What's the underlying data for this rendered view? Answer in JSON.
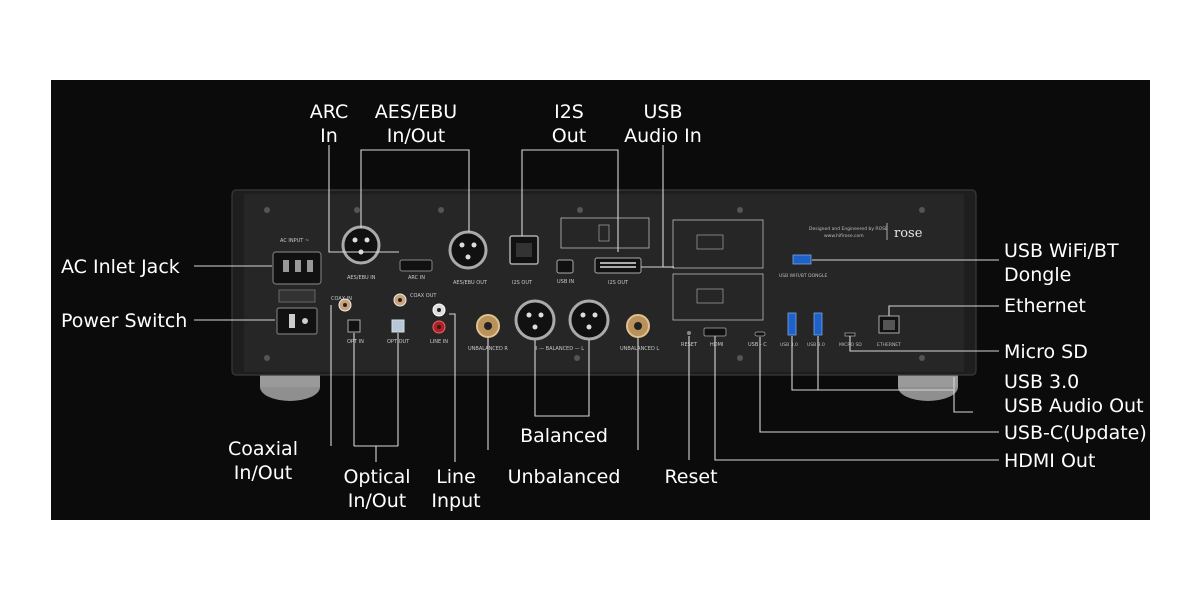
{
  "callouts": {
    "arc_in": [
      "ARC",
      "In"
    ],
    "aes_ebu": [
      "AES/EBU",
      "In/Out"
    ],
    "i2s_out": [
      "I2S",
      "Out"
    ],
    "usb_audio_in": [
      "USB",
      "Audio In"
    ],
    "ac_inlet": "AC Inlet Jack",
    "power_switch": "Power Switch",
    "usb_wifi": [
      "USB WiFi/BT",
      "Dongle"
    ],
    "ethernet": "Ethernet",
    "micro_sd": "Micro SD",
    "usb3": [
      "USB 3.0",
      "USB Audio Out"
    ],
    "usbc": "USB-C(Update)",
    "hdmi_out": "HDMI Out",
    "coaxial": [
      "Coaxial",
      "In/Out"
    ],
    "optical": [
      "Optical",
      "In/Out"
    ],
    "line_input": [
      "Line",
      "Input"
    ],
    "balanced": "Balanced",
    "unbalanced": "Unbalanced",
    "reset": "Reset"
  },
  "panel_labels": {
    "ac_input": "AC INPUT ~",
    "aes_ebu_in": "AES/EBU IN",
    "arc_in": "ARC IN",
    "aes_ebu_out": "AES/EBU OUT",
    "i2s_out": "I2S OUT",
    "usb_in": "USB IN",
    "i2s_out2": "I2S OUT",
    "coax_in": "COAX IN",
    "coax_out": "COAX OUT",
    "opt_in": "OPT IN",
    "opt_out": "OPT OUT",
    "line_in": "LINE IN",
    "unbalanced_r": "UNBALANCED R",
    "balanced": "R — BALANCED — L",
    "unbalanced_l": "UNBALANCED L",
    "reset": "RESET",
    "hdmi": "HDMI",
    "usb_c": "USB - C",
    "usb30_a": "USB 3.0",
    "usb30_b": "USB 3.0",
    "micro_sd": "MICRO SD",
    "ethernet": "ETHERNET",
    "usb_wifi_dongle": "USB WIFI/BT DONGLE",
    "designed_by": "Designed and Engineered by ROSE",
    "website": "www.hifirose.com",
    "brand": "rose"
  },
  "colors": {
    "background": "#0b0b0b",
    "chassis": "#1c1c1c",
    "text": "#ffffff",
    "leader": "#d7d7d7",
    "gold": "#b8925a",
    "red_jack": "#b31f25",
    "usb_blue": "#1e62c8"
  }
}
